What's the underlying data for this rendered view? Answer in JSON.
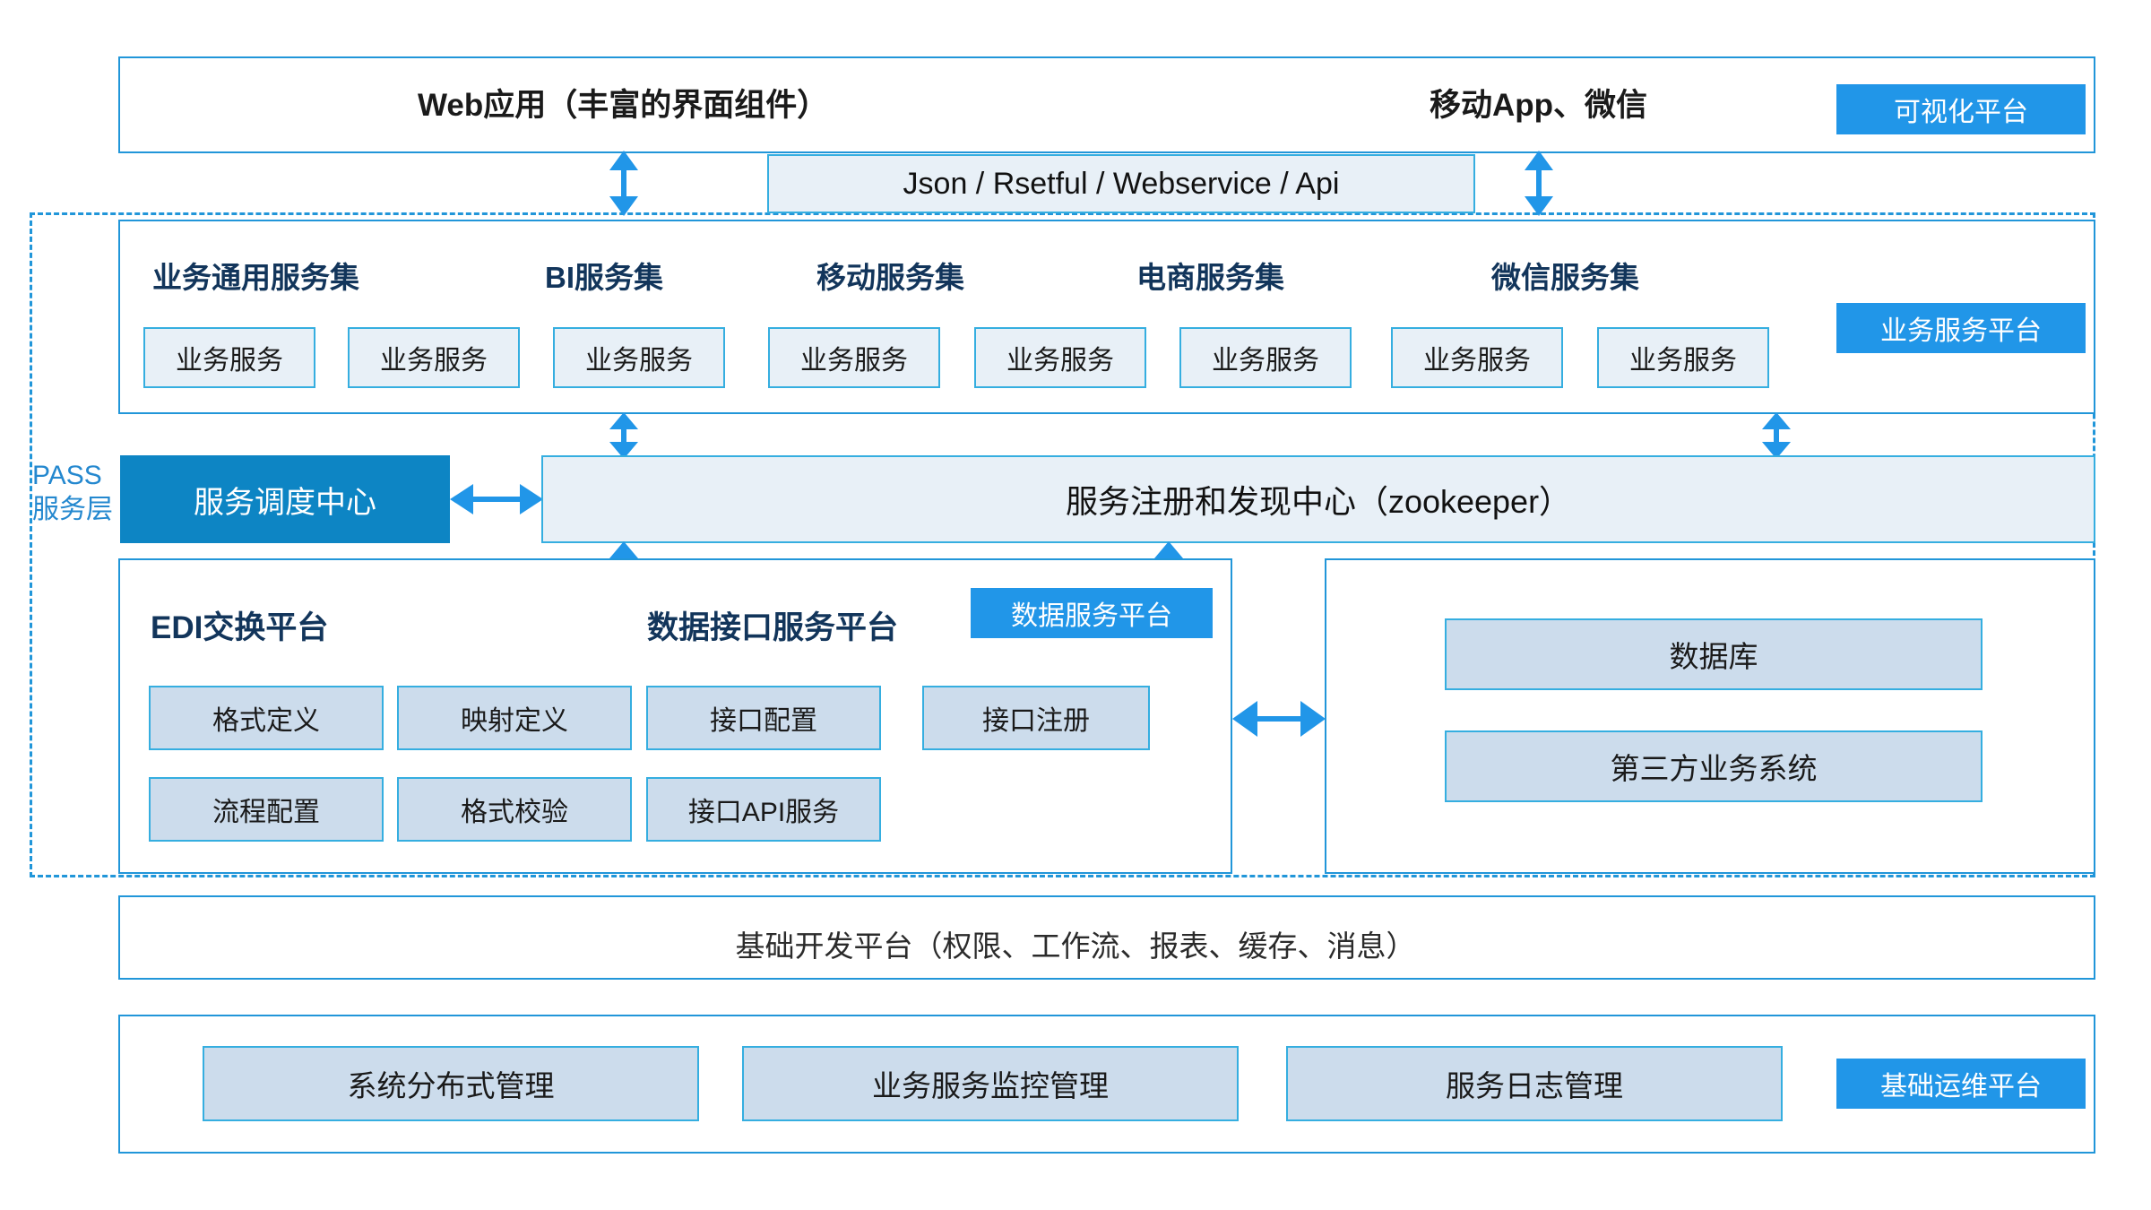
{
  "colors": {
    "accent": "#2196e8",
    "accent_dark": "#0d85c4",
    "border": "#35aee0",
    "cell_fill": "#e8f0f7",
    "cell_fill_steel": "#ccdcec",
    "heading_navy": "#12355b",
    "dashed": "#2196d9"
  },
  "zone": {
    "pass_label_line1": "PASS",
    "pass_label_line2": "服务层"
  },
  "layer_presentation": {
    "title_web": "Web应用（丰富的界面组件）",
    "title_mobile": "移动App、微信",
    "badge": "可视化平台"
  },
  "api_bar": {
    "label": "Json  /  Rsetful  /  Webservice  /  Api"
  },
  "layer_business": {
    "badge": "业务服务平台",
    "service_sets": [
      {
        "title": "业务通用服务集",
        "services": [
          "业务服务",
          "业务服务"
        ]
      },
      {
        "title": "BI服务集",
        "services": [
          "业务服务"
        ]
      },
      {
        "title": "移动服务集",
        "services": [
          "业务服务",
          "业务服务"
        ]
      },
      {
        "title": "电商服务集",
        "services": [
          "业务服务"
        ]
      },
      {
        "title": "微信服务集",
        "services": [
          "业务服务",
          "业务服务"
        ]
      }
    ],
    "service_cells": [
      "业务服务",
      "业务服务",
      "业务服务",
      "业务服务",
      "业务服务",
      "业务服务",
      "业务服务",
      "业务服务"
    ]
  },
  "layer_registry": {
    "dispatch_center": "服务调度中心",
    "registry_center": "服务注册和发现中心（zookeeper）"
  },
  "layer_data": {
    "edi_title": "EDI交换平台",
    "interface_title": "数据接口服务平台",
    "badge": "数据服务平台",
    "edi_cells_row1": [
      "格式定义",
      "映射定义"
    ],
    "edi_cells_row2": [
      "流程配置",
      "格式校验"
    ],
    "interface_cells_row1": [
      "接口配置",
      "接口注册"
    ],
    "interface_cells_row2": [
      "接口API服务"
    ],
    "right_panel_cells": [
      "数据库",
      "第三方业务系统"
    ]
  },
  "layer_foundation": {
    "label": "基础开发平台（权限、工作流、报表、缓存、消息）"
  },
  "layer_ops": {
    "badge": "基础运维平台",
    "cells": [
      "系统分布式管理",
      "业务服务监控管理",
      "服务日志管理"
    ]
  }
}
